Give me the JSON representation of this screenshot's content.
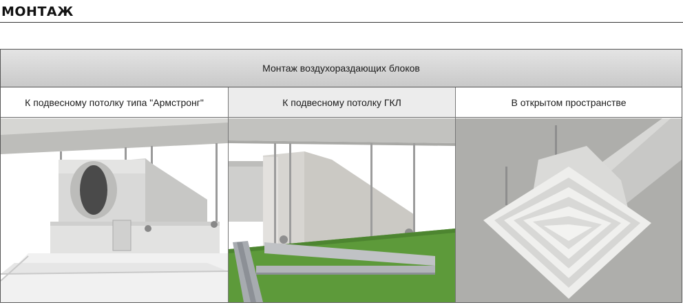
{
  "page": {
    "title": "МОНТАЖ"
  },
  "table": {
    "header": "Монтаж воздухораздающих блоков",
    "columns": [
      {
        "label": "К подвесному потолку типа \"Армстронг\"",
        "image": "armstrong-ceiling-unit-render"
      },
      {
        "label": "К подвесному потолку ГКЛ",
        "image": "drywall-ceiling-unit-render"
      },
      {
        "label": "В открытом пространстве",
        "image": "open-space-diffuser-render"
      }
    ]
  },
  "colors": {
    "header_band": "#d4d4d4",
    "ceiling": "#b5b5b2",
    "grid_green": "#5a8f3a"
  }
}
